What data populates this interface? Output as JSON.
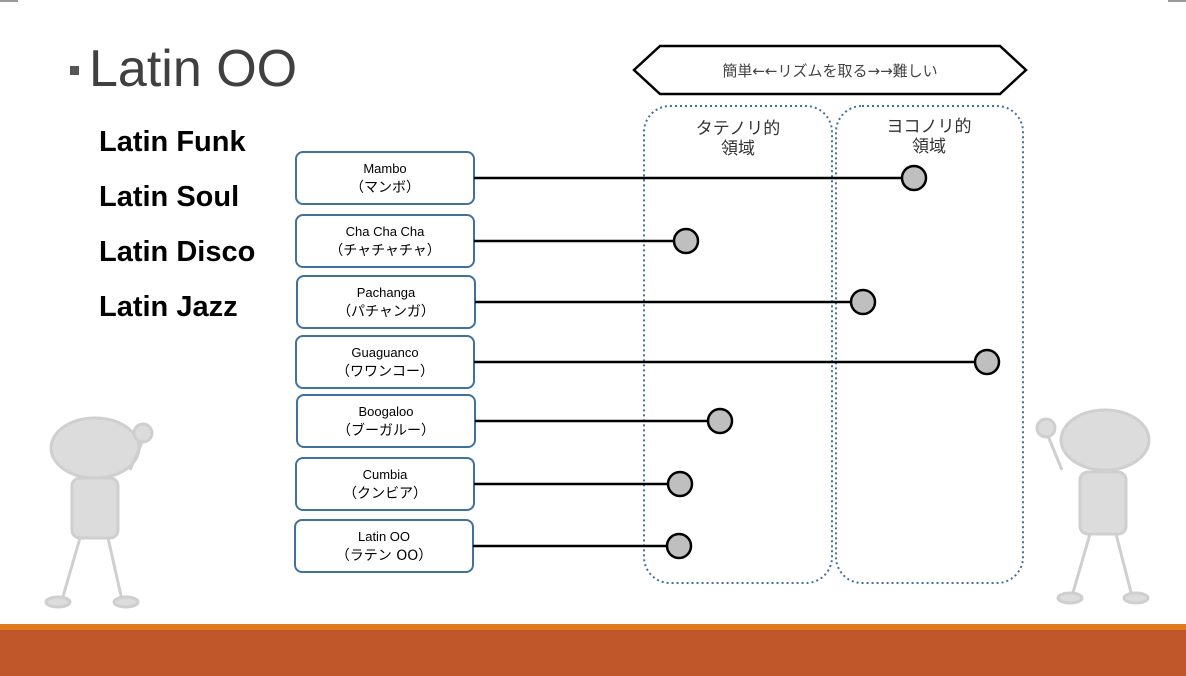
{
  "slide": {
    "title": "Latin OO",
    "styles": [
      "Latin Funk",
      "Latin Soul",
      "Latin Disco",
      "Latin Jazz"
    ]
  },
  "scale": {
    "label": "簡単←←リズムを取る→→難しい",
    "zones": [
      {
        "line1": "タテノリ的",
        "line2": "領域"
      },
      {
        "line1": "ヨコノリ的",
        "line2": "領域"
      }
    ]
  },
  "rhythms": [
    {
      "name": "Mambo",
      "kana": "（マンボ）"
    },
    {
      "name": "Cha Cha Cha",
      "kana": "（チャチャチャ）"
    },
    {
      "name": "Pachanga",
      "kana": "（パチャンガ）"
    },
    {
      "name": "Guaguanco",
      "kana": "（ワワンコー）"
    },
    {
      "name": "Boogaloo",
      "kana": "（ブーガルー）"
    },
    {
      "name": "Cumbia",
      "kana": "（クンビア）"
    },
    {
      "name": "Latin OO",
      "kana": "（ラテン OO）"
    }
  ],
  "colors": {
    "footer": "#c0572b",
    "footer_accent": "#e07a1e",
    "box_border": "#41719c",
    "zone_border": "#41719c",
    "dot_fill": "#bfbfbf"
  },
  "decoration": [
    "dancer-figure-left",
    "dancer-figure-right"
  ]
}
